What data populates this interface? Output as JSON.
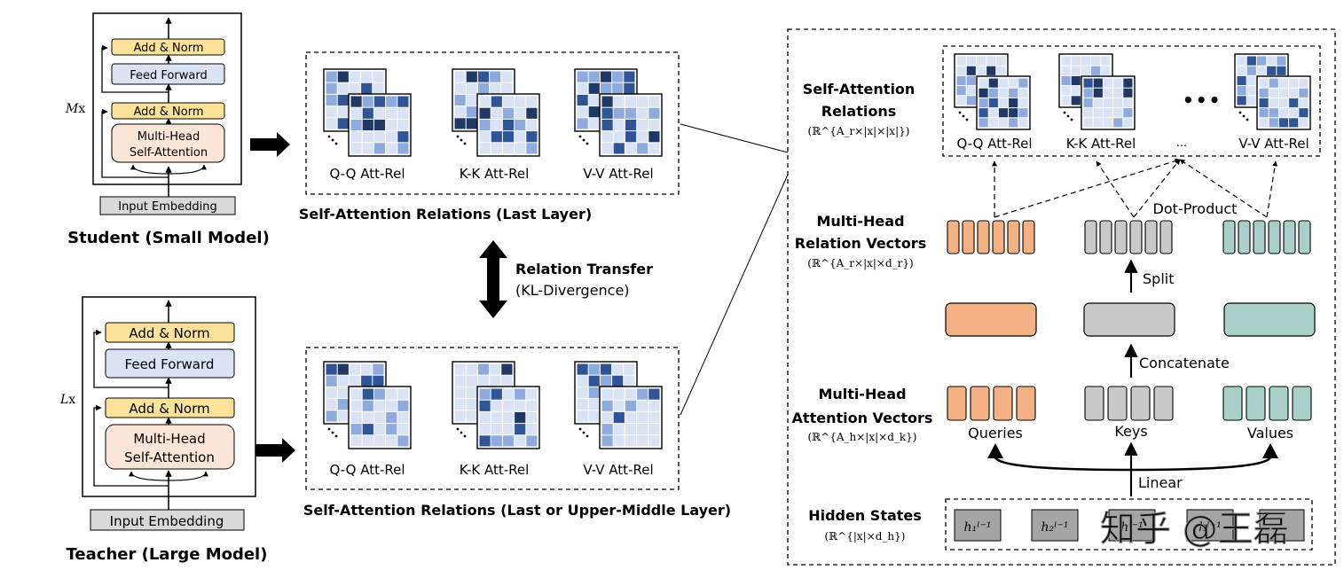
{
  "student": {
    "title": "Student (Small Model)",
    "repeat": "M",
    "repeat_x": "x",
    "add_norm_top": "Add & Norm",
    "feed_forward": "Feed Forward",
    "add_norm_bottom": "Add & Norm",
    "attention_line1": "Multi-Head",
    "attention_line2": "Self-Attention",
    "input": "Input Embedding"
  },
  "teacher": {
    "title": "Teacher (Large Model)",
    "repeat": "L",
    "repeat_x": "x",
    "add_norm_top": "Add & Norm",
    "feed_forward": "Feed Forward",
    "add_norm_bottom": "Add & Norm",
    "attention_line1": "Multi-Head",
    "attention_line2": "Self-Attention",
    "input": "Input Embedding"
  },
  "middle": {
    "top_caption": "Self-Attention Relations (Last Layer)",
    "bottom_caption": "Self-Attention Relations (Last or Upper-Middle Layer)",
    "qq": "Q-Q Att-Rel",
    "kk": "K-K Att-Rel",
    "vv": "V-V Att-Rel",
    "transfer_title": "Relation Transfer",
    "transfer_sub": "(KL-Divergence)"
  },
  "right": {
    "sar_line1": "Self-Attention",
    "sar_line2": "Relations",
    "sar_dims": "(ℝ^{A_r×|x|×|x|})",
    "qq": "Q-Q Att-Rel",
    "kk": "K-K Att-Rel",
    "ellipsis_label": "...",
    "vv": "V-V Att-Rel",
    "dots": "•••",
    "mhrv_line1": "Multi-Head",
    "mhrv_line2": "Relation Vectors",
    "mhrv_dims": "(ℝ^{A_r×|x|×d_r})",
    "dot_product": "Dot-Product",
    "split": "Split",
    "concatenate": "Concatenate",
    "mhav_line1": "Multi-Head",
    "mhav_line2": "Attention Vectors",
    "mhav_dims": "(ℝ^{A_h×|x|×d_k})",
    "queries": "Queries",
    "keys": "Keys",
    "values": "Values",
    "linear": "Linear",
    "hidden_title": "Hidden States",
    "hidden_dims": "(ℝ^{|x|×d_h})",
    "h1": "h₁ˡ⁻¹",
    "h2": "h₂ˡ⁻¹",
    "h3": "hˡ⁻¹",
    "h4": "hˡ⁻¹"
  },
  "watermark": "知乎 @王磊",
  "colors": {
    "add_norm": "#fde29a",
    "feed_forward": "#dae3f3",
    "attention": "#fbe5d6",
    "input": "#d9d9d9",
    "orange": "#f4b183",
    "gray": "#c9c9c9",
    "teal": "#a9cfc9",
    "matrix_light": "#dae3f3",
    "matrix_mid": "#8faadc",
    "matrix_dark": "#2f5597",
    "matrix_navy": "#203864"
  }
}
